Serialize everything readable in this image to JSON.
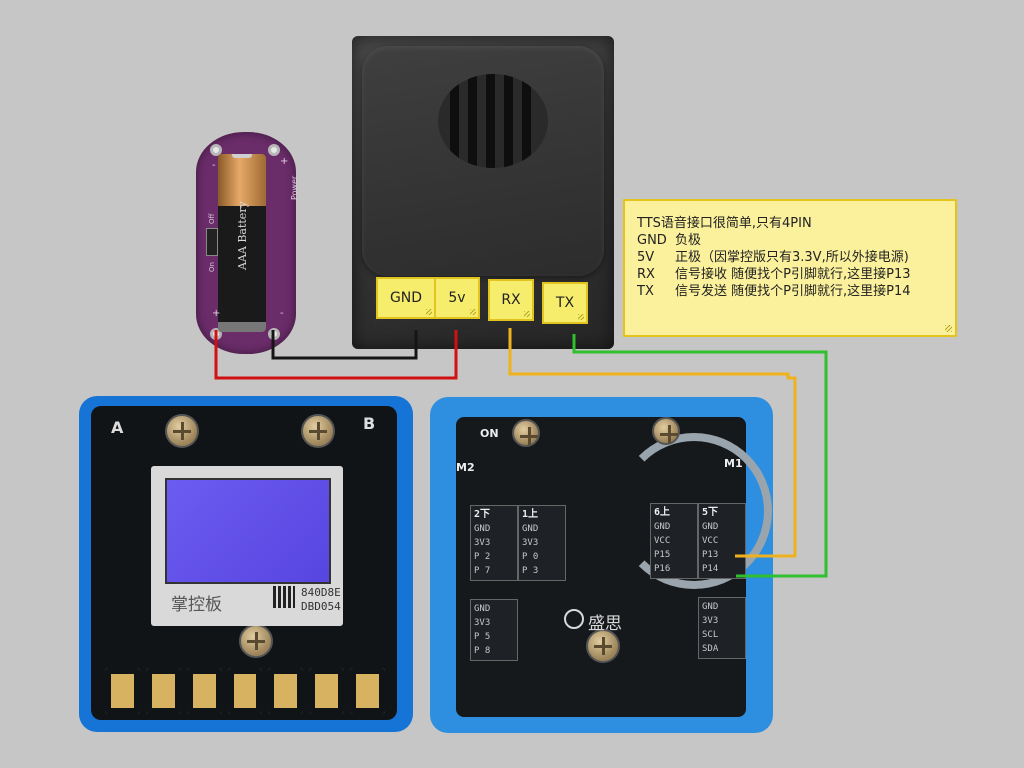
{
  "tts_module": {
    "pins": [
      {
        "key": "gnd",
        "label": "GND"
      },
      {
        "key": "5v",
        "label": "5v"
      },
      {
        "key": "rx",
        "label": "RX"
      },
      {
        "key": "tx",
        "label": "TX"
      }
    ]
  },
  "note": {
    "lines": [
      {
        "col1": "TTS语音接口很简单,只有4PIN",
        "col2": ""
      },
      {
        "col1": "GND",
        "col2": "负极"
      },
      {
        "col1": "5V",
        "col2": "正极（因掌控版只有3.3V,所以外接电源)"
      },
      {
        "col1": "RX",
        "col2": "信号接收  随便找个P引脚就行,这里接P13"
      },
      {
        "col1": "TX",
        "col2": "信号发送  随便找个P引脚就行,这里接P14"
      }
    ]
  },
  "battery_holder": {
    "cell_text": "AAA Battery",
    "off_label": "Off",
    "on_label": "On",
    "power_label": "Power",
    "plus_sign": "+",
    "minus_sign": "-"
  },
  "board_a": {
    "corner_left": "A",
    "corner_right": "B",
    "brand": "掌控板",
    "serial_line1": "840D8E",
    "serial_line2": "DBD054"
  },
  "board_b": {
    "on_label": "ON",
    "m1": "M1",
    "m2": "M2",
    "brand": "盛思",
    "headers": [
      {
        "title": "2下",
        "rows": [
          "GND",
          "3V3",
          "P 2",
          "P 7"
        ]
      },
      {
        "title": "1上",
        "rows": [
          "GND",
          "3V3",
          "P 0",
          "P 3"
        ]
      },
      {
        "title": "6上",
        "rows": [
          "GND",
          "VCC",
          "P15",
          "P16"
        ]
      },
      {
        "title": "5下",
        "rows": [
          "GND",
          "VCC",
          "P13",
          "P14"
        ]
      },
      {
        "title": "",
        "rows": [
          "GND",
          "3V3",
          "P 5",
          "P 8"
        ]
      },
      {
        "title": "",
        "rows": [
          "GND",
          "3V3",
          "SCL",
          "SDA"
        ]
      }
    ]
  },
  "colors": {
    "label_fill": "#f7ed6d",
    "wire_red": "#d11010",
    "wire_black": "#151515",
    "wire_yellow": "#f0b21c",
    "wire_green": "#2fbf2f"
  }
}
